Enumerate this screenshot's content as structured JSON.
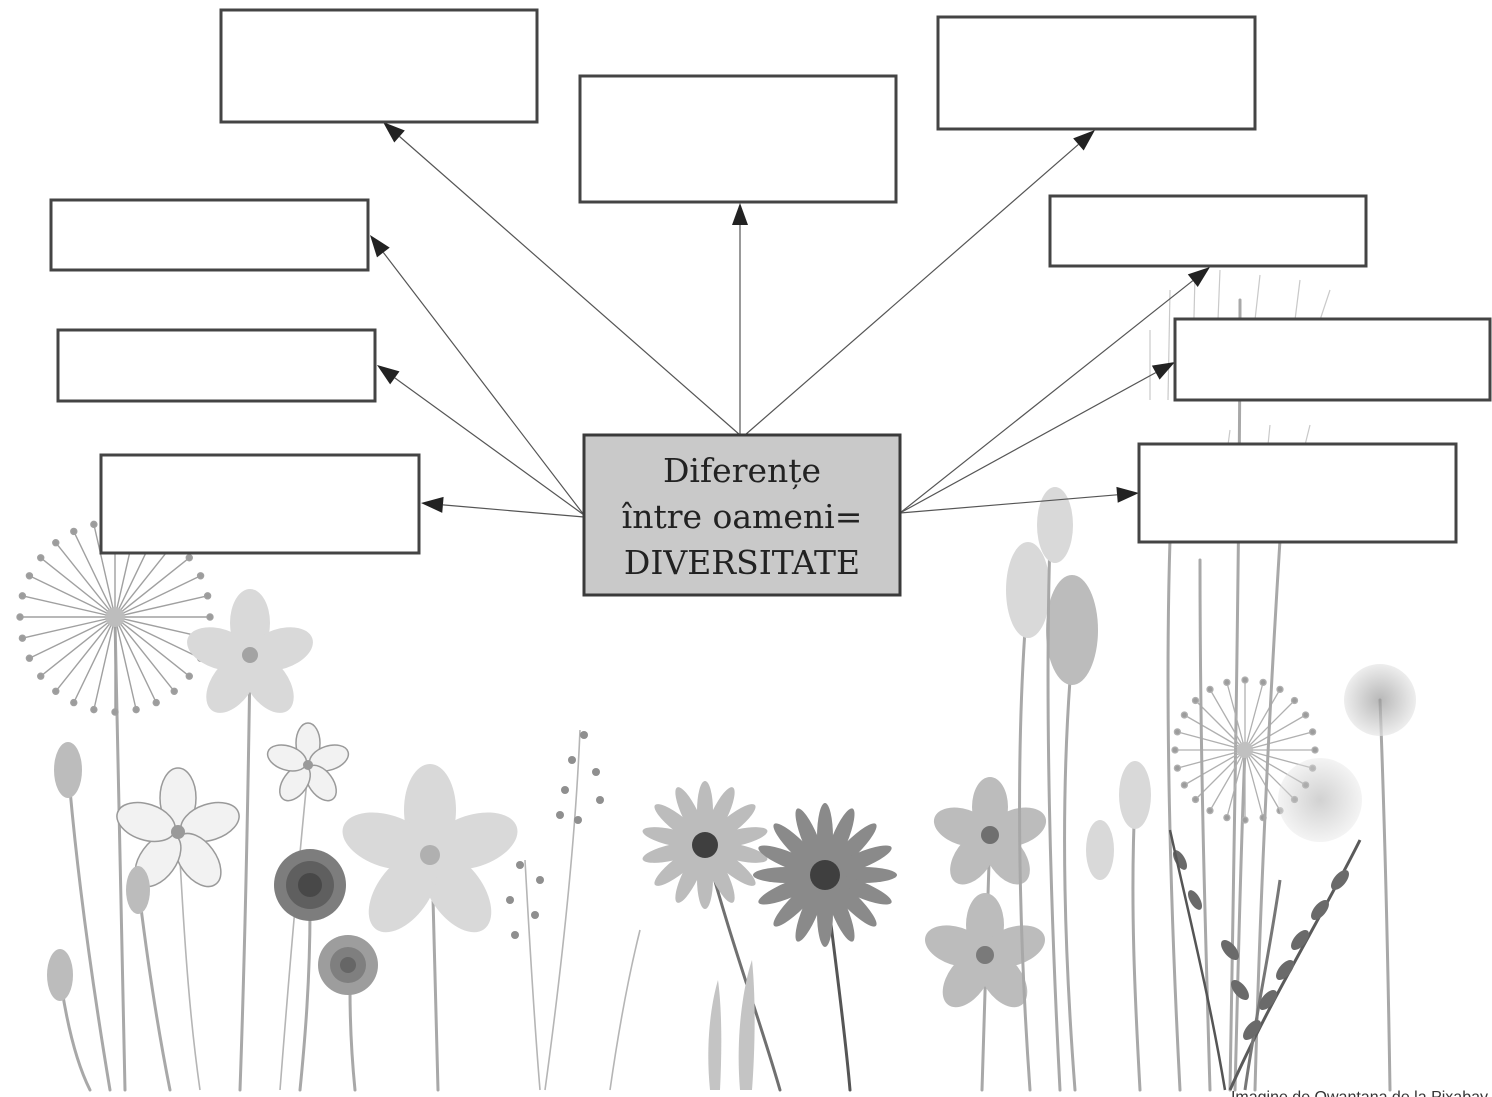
{
  "center": {
    "line1": "Diferențe",
    "line2": "între oameni=",
    "line3": "DIVERSITATE"
  },
  "boxes": [
    {
      "id": "top-left",
      "text": ""
    },
    {
      "id": "top-center",
      "text": ""
    },
    {
      "id": "top-right",
      "text": ""
    },
    {
      "id": "left-1",
      "text": ""
    },
    {
      "id": "left-2",
      "text": ""
    },
    {
      "id": "left-3",
      "text": ""
    },
    {
      "id": "right-1",
      "text": ""
    },
    {
      "id": "right-2",
      "text": ""
    },
    {
      "id": "right-3",
      "text": ""
    }
  ],
  "credit": "Imagine de Qwantana de la Pixabay",
  "colors": {
    "center_fill": "#c9c9c9",
    "box_border": "#444444",
    "arrow": "#222222"
  }
}
